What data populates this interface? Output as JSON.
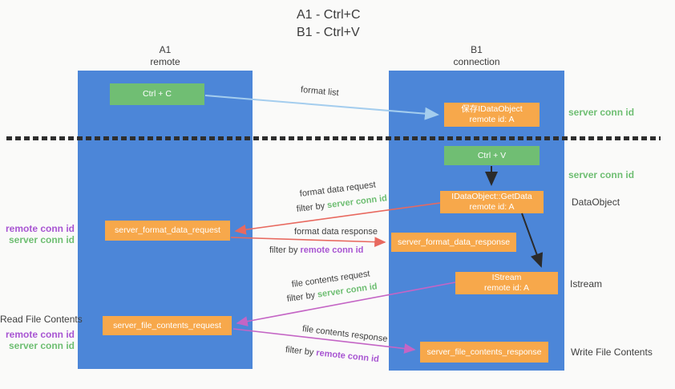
{
  "title": {
    "line1": "A1 - Ctrl+C",
    "line2": "B1 - Ctrl+V"
  },
  "columns": {
    "a": {
      "name": "A1",
      "subtitle": "remote"
    },
    "b": {
      "name": "B1",
      "subtitle": "connection"
    }
  },
  "nodes": {
    "ctrl_c": "Ctrl + C",
    "save_obj": {
      "line1": "保存IDataObject",
      "line2": "remote id: A"
    },
    "ctrl_v": "Ctrl + V",
    "getdata": {
      "line1": "IDataObject::GetData",
      "line2": "remote id: A"
    },
    "format_request": "server_format_data_request",
    "format_response": "server_format_data_response",
    "istream": {
      "line1": "IStream",
      "line2": "remote id: A"
    },
    "file_request": "server_file_contents_request",
    "file_response": "server_file_contents_response"
  },
  "arrow_labels": {
    "format_list": "format list",
    "format_data_request": "format data request",
    "format_data_response": "format data response",
    "file_contents_request": "file contents request",
    "file_contents_response": "file contents response",
    "filter_by": "filter by ",
    "server_conn_id": "server conn id",
    "remote_conn_id": "remote conn id"
  },
  "side_labels": {
    "server_conn_id_top": "server conn id",
    "server_conn_id_mid": "server conn id",
    "dataobject": "DataObject",
    "istream": "Istream",
    "write_file_contents": "Write File Contents",
    "read_file_contents": "Read File Contents",
    "remote_conn_id": "remote conn id",
    "server_conn_id": "server conn id"
  },
  "colors": {
    "column_blue": "#4c86d8",
    "box_green": "#70be73",
    "box_orange": "#f7a84b",
    "text_dark": "#3e3e3e",
    "text_green": "#6ebe72",
    "text_purple": "#a855d2",
    "arrow_red": "#e8695f",
    "arrow_magenta": "#c465c5",
    "arrow_lightblue": "#a4cdee",
    "arrow_black": "#2b2b2b"
  }
}
